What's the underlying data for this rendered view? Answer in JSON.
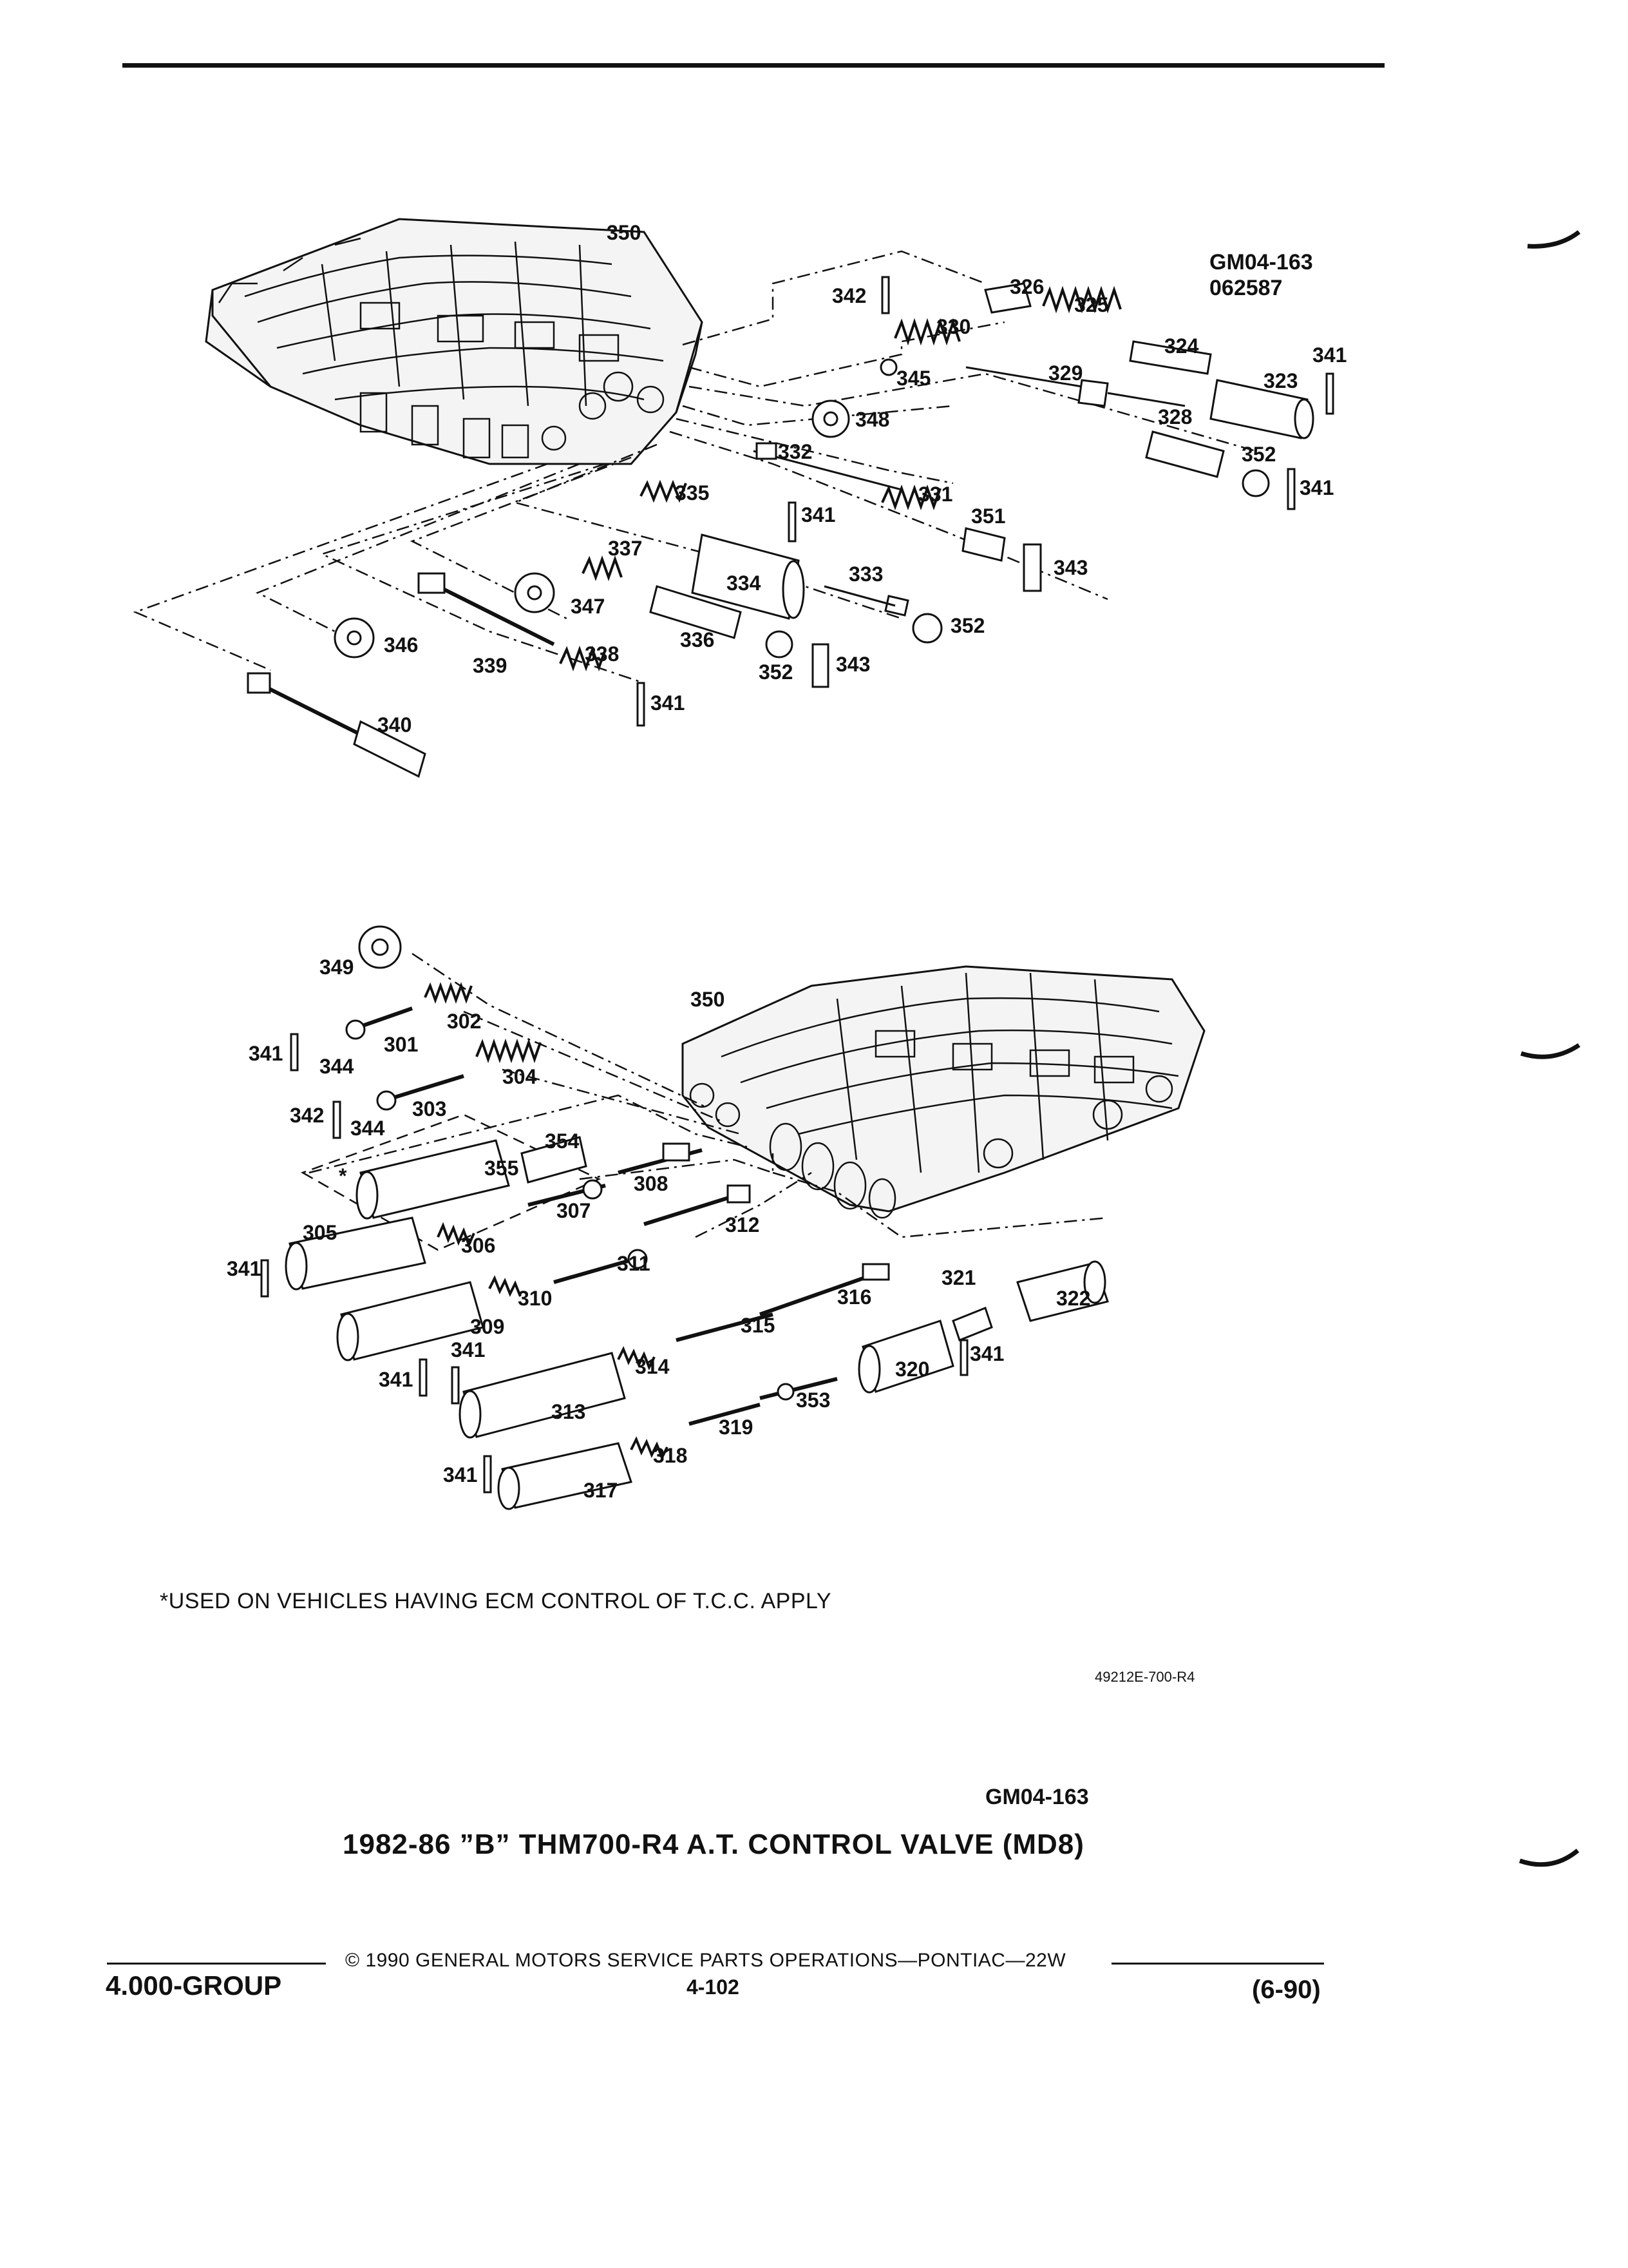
{
  "header": {
    "figure_code": "GM04-163",
    "date_code": "062587"
  },
  "upper_diagram": {
    "callouts": [
      {
        "id": "u350",
        "text": "350"
      },
      {
        "id": "u342",
        "text": "342"
      },
      {
        "id": "u326",
        "text": "326"
      },
      {
        "id": "u325",
        "text": "325"
      },
      {
        "id": "u330",
        "text": "330"
      },
      {
        "id": "u324",
        "text": "324"
      },
      {
        "id": "u341a",
        "text": "341"
      },
      {
        "id": "u345",
        "text": "345"
      },
      {
        "id": "u329",
        "text": "329"
      },
      {
        "id": "u323",
        "text": "323"
      },
      {
        "id": "u348",
        "text": "348"
      },
      {
        "id": "u328",
        "text": "328"
      },
      {
        "id": "u332",
        "text": "332"
      },
      {
        "id": "u352a",
        "text": "352"
      },
      {
        "id": "u341b",
        "text": "341"
      },
      {
        "id": "u335",
        "text": "335"
      },
      {
        "id": "u331",
        "text": "331"
      },
      {
        "id": "u341c",
        "text": "341"
      },
      {
        "id": "u351",
        "text": "351"
      },
      {
        "id": "u337",
        "text": "337"
      },
      {
        "id": "u343a",
        "text": "343"
      },
      {
        "id": "u334",
        "text": "334"
      },
      {
        "id": "u333",
        "text": "333"
      },
      {
        "id": "u347",
        "text": "347"
      },
      {
        "id": "u352b",
        "text": "352"
      },
      {
        "id": "u336",
        "text": "336"
      },
      {
        "id": "u346",
        "text": "346"
      },
      {
        "id": "u338",
        "text": "338"
      },
      {
        "id": "u339",
        "text": "339"
      },
      {
        "id": "u352c",
        "text": "352"
      },
      {
        "id": "u343b",
        "text": "343"
      },
      {
        "id": "u341d",
        "text": "341"
      },
      {
        "id": "u340",
        "text": "340"
      }
    ]
  },
  "lower_diagram": {
    "callouts": [
      {
        "id": "l349",
        "text": "349"
      },
      {
        "id": "l350",
        "text": "350"
      },
      {
        "id": "l302",
        "text": "302"
      },
      {
        "id": "l301",
        "text": "301"
      },
      {
        "id": "l341a",
        "text": "341"
      },
      {
        "id": "l344a",
        "text": "344"
      },
      {
        "id": "l304",
        "text": "304"
      },
      {
        "id": "l303",
        "text": "303"
      },
      {
        "id": "l342",
        "text": "342"
      },
      {
        "id": "l344b",
        "text": "344"
      },
      {
        "id": "l354",
        "text": "354"
      },
      {
        "id": "l355",
        "text": "355"
      },
      {
        "id": "lstar",
        "text": "*"
      },
      {
        "id": "l308",
        "text": "308"
      },
      {
        "id": "l307",
        "text": "307"
      },
      {
        "id": "l305",
        "text": "305"
      },
      {
        "id": "l306",
        "text": "306"
      },
      {
        "id": "l312",
        "text": "312"
      },
      {
        "id": "l341b",
        "text": "341"
      },
      {
        "id": "l311",
        "text": "311"
      },
      {
        "id": "l321",
        "text": "321"
      },
      {
        "id": "l322",
        "text": "322"
      },
      {
        "id": "l310",
        "text": "310"
      },
      {
        "id": "l316",
        "text": "316"
      },
      {
        "id": "l309",
        "text": "309"
      },
      {
        "id": "l315",
        "text": "315"
      },
      {
        "id": "l341c",
        "text": "341"
      },
      {
        "id": "l341d",
        "text": "341"
      },
      {
        "id": "l314",
        "text": "314"
      },
      {
        "id": "l320",
        "text": "320"
      },
      {
        "id": "l341e",
        "text": "341"
      },
      {
        "id": "l353",
        "text": "353"
      },
      {
        "id": "l313",
        "text": "313"
      },
      {
        "id": "l319",
        "text": "319"
      },
      {
        "id": "l318",
        "text": "318"
      },
      {
        "id": "l341f",
        "text": "341"
      },
      {
        "id": "l317",
        "text": "317"
      }
    ]
  },
  "footnote": "*USED ON VEHICLES HAVING ECM CONTROL OF T.C.C. APPLY",
  "art_reference": "49212E-700-R4",
  "figure_code_bottom": "GM04-163",
  "figure_title": "1982-86 ”B” THM700-R4 A.T. CONTROL VALVE (MD8)",
  "footer": {
    "copyright": "© 1990 GENERAL MOTORS SERVICE PARTS OPERATIONS—PONTIAC—22W",
    "group": "4.000-GROUP",
    "page_number": "4-102",
    "revision": "(6-90)"
  }
}
